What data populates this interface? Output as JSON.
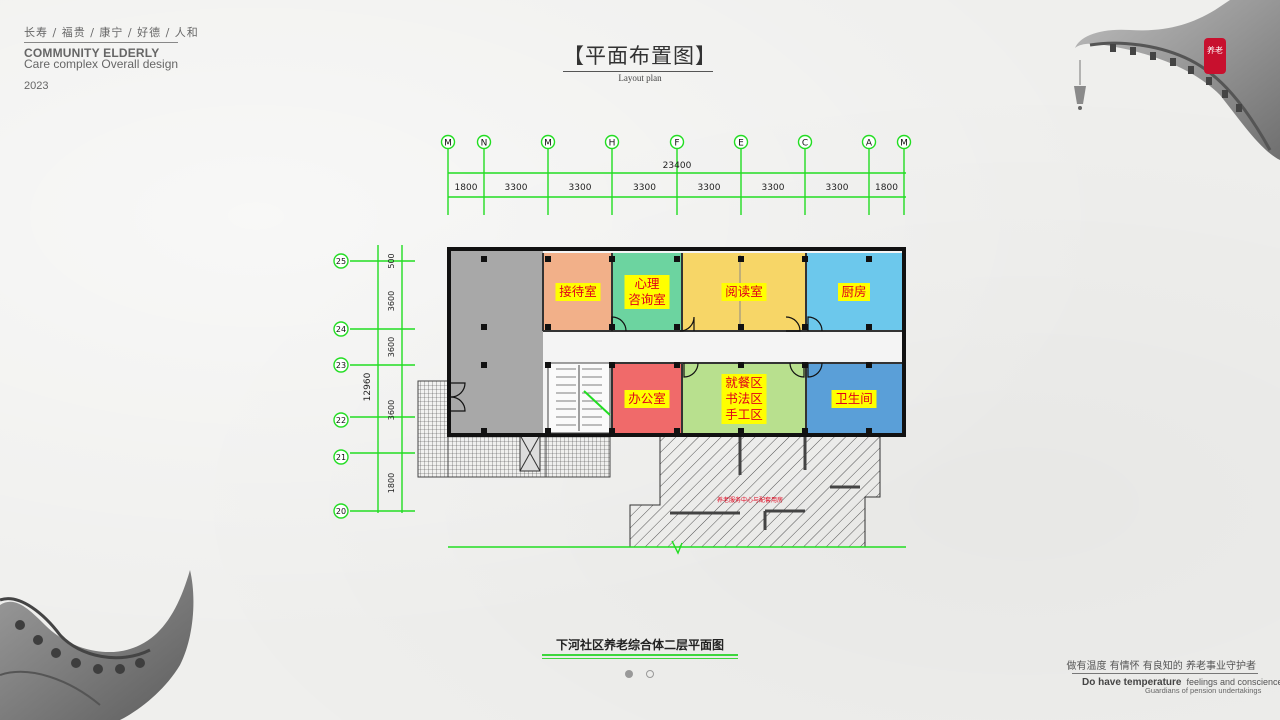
{
  "header": {
    "virtues": "长寿 / 福贵 / 康宁 / 好德 / 人和",
    "brand_line1": "COMMUNITY ELDERLY",
    "brand_line2": "Care complex Overall design",
    "year": "2023"
  },
  "page_title": "【平面布置图】",
  "page_subtitle": "Layout plan",
  "seal_text": "养老",
  "plan": {
    "caption": "下河社区养老综合体二层平面图",
    "total_width": "23400",
    "total_depth": "12960",
    "column_axes": [
      "M",
      "N",
      "M",
      "H",
      "F",
      "E",
      "C",
      "A",
      "M"
    ],
    "column_spans": [
      "1800",
      "3300",
      "3300",
      "3300",
      "3300",
      "3300",
      "3300",
      "1800"
    ],
    "row_axes": [
      "25",
      "24",
      "23",
      "22",
      "21",
      "20"
    ],
    "row_spans": [
      "500",
      "3600",
      "3600",
      "3600",
      "1800"
    ],
    "rooms": [
      {
        "name": "接待室",
        "color": "#f2b089"
      },
      {
        "name": "心理",
        "name2": "咨询室",
        "color": "#6cd4a0"
      },
      {
        "name": "阅读室",
        "color": "#f7d667"
      },
      {
        "name": "厨房",
        "color": "#6cc8ec"
      },
      {
        "name": "办公室",
        "color": "#f06a6a"
      },
      {
        "name": "就餐区",
        "name2": "书法区",
        "name3": "手工区",
        "color": "#b8e08e"
      },
      {
        "name": "卫生间",
        "color": "#5a9fd8"
      }
    ],
    "hatched_label": "养老服务中心与配套用房"
  },
  "footer": {
    "slogan_cn": "做有温度  有情怀  有良知的  养老事业守护者",
    "slogan_en_bold": "Do have temperature",
    "slogan_en_small": "feelings and conscience",
    "slogan_en_line2": "Guardians of pension undertakings"
  },
  "pagination": {
    "count": 2,
    "active": 1
  },
  "colors": {
    "accent": "#3ed63e",
    "label_text": "#e0001a",
    "label_bg": "#ffff00"
  }
}
